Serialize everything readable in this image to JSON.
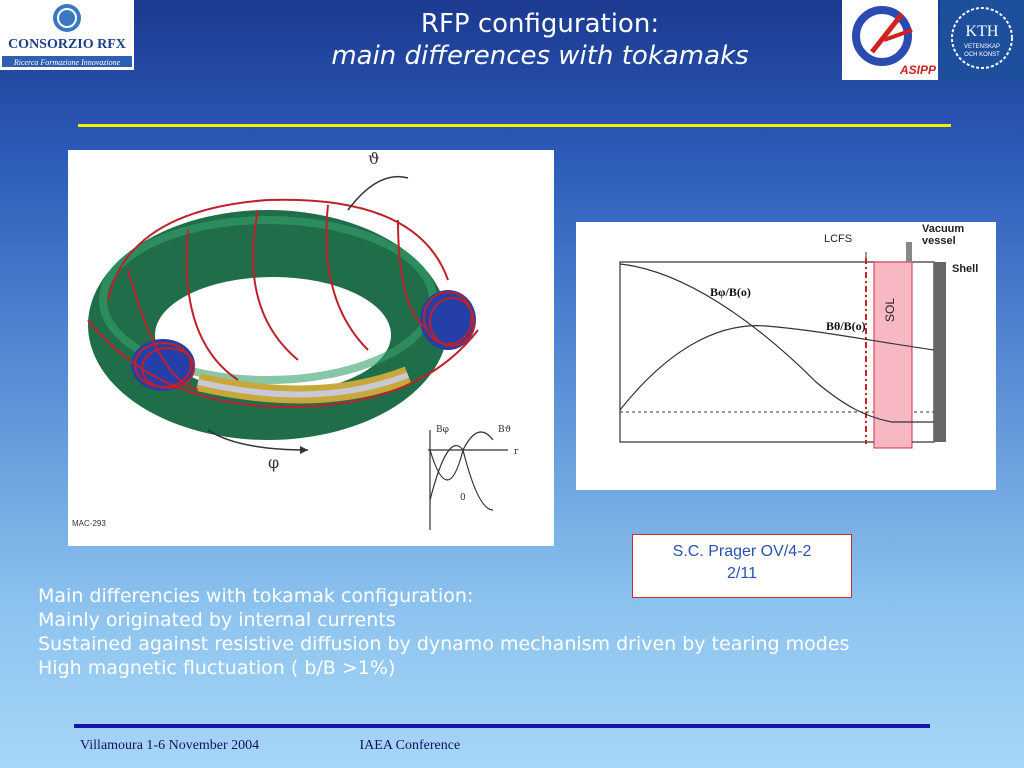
{
  "title": {
    "line1": "RFP configuration:",
    "line2": "main differences with tokamaks"
  },
  "logos": {
    "rfx_name": "CONSORZIO RFX",
    "rfx_tagline": "Ricerca Formazione Innovazione",
    "asipp_name": "ASIPP",
    "kth_name": "KTH",
    "kth_sub1": "VETENSKAP",
    "kth_sub2": "OCH KONST"
  },
  "torus_figure": {
    "theta_label": "ϑ",
    "phi_label": "φ",
    "b_phi_label": "Bφ",
    "b_theta_label": "Bϑ",
    "zero_label": "0",
    "r_label": "r",
    "code_label": "MAC-293"
  },
  "profile_figure": {
    "vacuum_vessel_label_1": "Vacuum",
    "vacuum_vessel_label_2": "vessel",
    "lcfs_label": "LCFS",
    "shell_label": "Shell",
    "sol_label": "SOL",
    "bphi_label": "Bφ/B(o)",
    "btheta_label": "Bθ/B(o)"
  },
  "citation": {
    "line1": "S.C. Prager OV/4-2",
    "line2": "2/11"
  },
  "bullets": [
    "Main differencies with tokamak configuration:",
    "Mainly originated by internal currents",
    "Sustained against resistive diffusion  by dynamo mechanism driven by tearing modes",
    "High magnetic fluctuation ( b/B >1%)"
  ],
  "footer": {
    "left": "Villamoura 1-6 November 2004",
    "right": "IAEA Conference"
  },
  "colors": {
    "accent_yellow": "#f5f000",
    "rule_blue": "#1414a8",
    "torus_green": "#1f7a4f",
    "field_red": "#c0202a"
  }
}
